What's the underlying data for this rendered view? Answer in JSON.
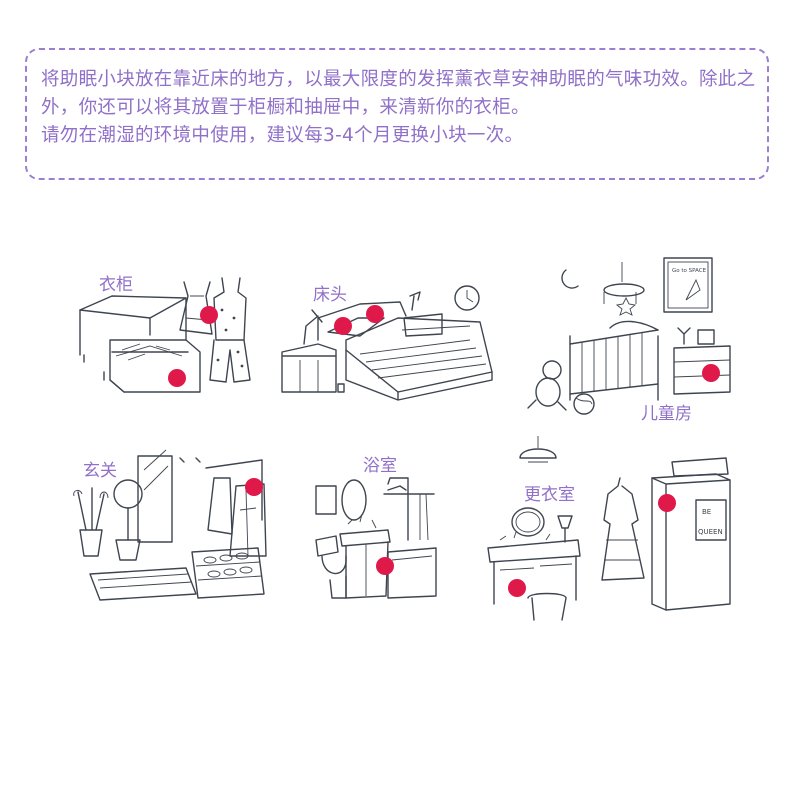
{
  "notice": {
    "line1": "将助眠小块放在靠近床的地方，以最大限度的发挥薰衣草安神助眠的气味功效。除此之",
    "line2": "外，你还可以将其放置于柜橱和抽屉中，来清新你的衣柜。",
    "line3": "请勿在潮湿的环境中使用，建议每3-4个月更换小块一次。"
  },
  "scenes": {
    "wardrobe": {
      "label": "衣柜"
    },
    "bedside": {
      "label": "床头"
    },
    "kids_room": {
      "label": "儿童房",
      "poster_text": "Go to SPACE"
    },
    "entrance": {
      "label": "玄关"
    },
    "bathroom": {
      "label": "浴室"
    },
    "dressing_room": {
      "label": "更衣室",
      "sign_text_1": "BE",
      "sign_text_2": "QUEEN"
    }
  },
  "colors": {
    "accent": "#9070c8",
    "border": "#9b7fd0",
    "marker": "#e0194b",
    "line_art": "#3f4550"
  }
}
